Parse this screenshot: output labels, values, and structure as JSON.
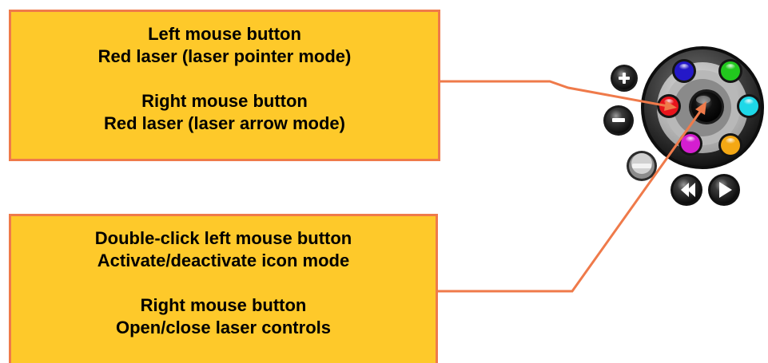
{
  "callouts": {
    "top": {
      "line1": "Left mouse button",
      "line2": "Red laser (laser pointer mode)",
      "line3": "Right mouse button",
      "line4": "Red laser (laser arrow mode)"
    },
    "bottom": {
      "line1": "Double-click left mouse button",
      "line2": "Activate/deactivate icon mode",
      "line3": "Right mouse button",
      "line4": "Open/close laser controls"
    }
  },
  "colors": {
    "callout_fill": "#fec92a",
    "callout_border": "#ef7a4a",
    "connector": "#ef7a4a",
    "laser_red": "#e8141c",
    "laser_blue": "#2418c8",
    "laser_green": "#22c81e",
    "laser_cyan": "#1ed8e8",
    "laser_magenta": "#d41ed0",
    "laser_orange": "#f4a814"
  },
  "widget": {
    "icons": [
      "zoom-in-icon",
      "zoom-out-icon",
      "minimize-icon",
      "rewind-icon",
      "forward-icon",
      "center-pointer-icon"
    ]
  }
}
